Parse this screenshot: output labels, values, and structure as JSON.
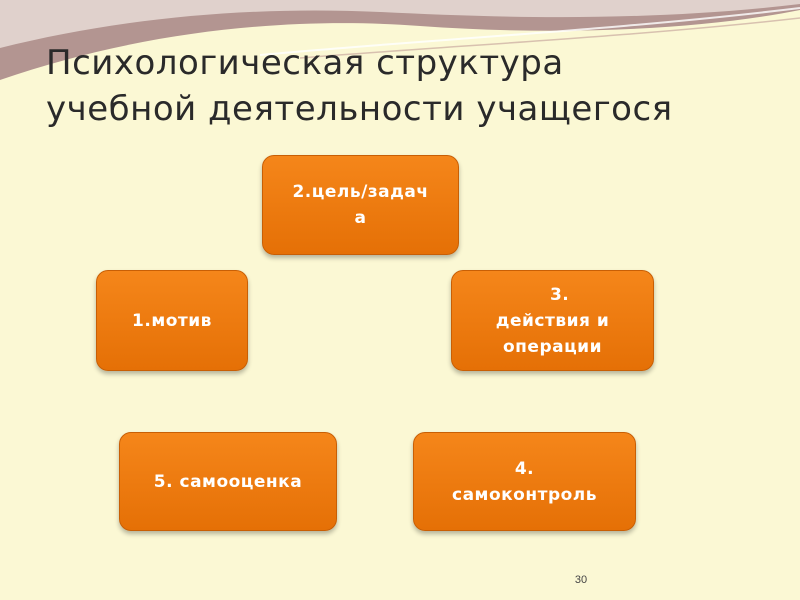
{
  "slide": {
    "title": {
      "line1": "Психологическая структура",
      "line2": "учебной деятельности учащегося"
    },
    "boxes": {
      "goal": {
        "line1": "2.цель/задач",
        "line2": "а"
      },
      "motive": {
        "line1": "1.мотив"
      },
      "actions": {
        "line1": "3.",
        "line2": "действия и",
        "line3": "операции"
      },
      "self_evaluation": {
        "line1": "5. самооценка"
      },
      "self_control": {
        "line1": "4.",
        "line2": "самоконтроль"
      }
    },
    "page_number": "30"
  },
  "colors": {
    "background": "#fbf8d4",
    "box_fill": "#ee7a0f",
    "box_text": "#ffffff",
    "decor_band": "#a17f7a"
  }
}
